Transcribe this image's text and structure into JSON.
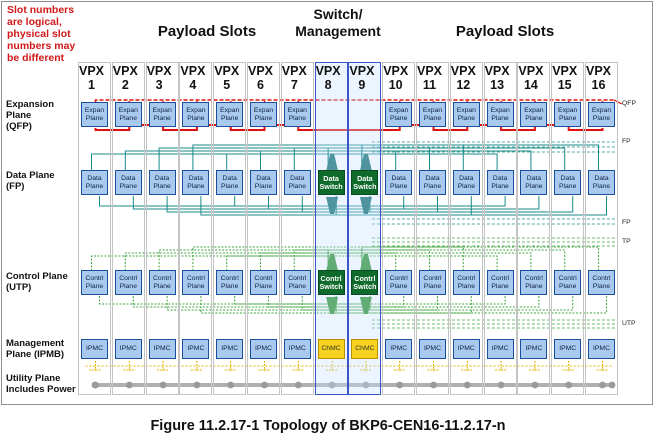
{
  "note": [
    "Slot numbers",
    "are logical,",
    "physical slot",
    "numbers may",
    "be different"
  ],
  "headers": {
    "payload_left": "Payload Slots",
    "switch": [
      "Switch/",
      "Management"
    ],
    "payload_right": "Payload Slots"
  },
  "slot_prefix": "VPX",
  "slots": [
    "1",
    "2",
    "3",
    "4",
    "5",
    "6",
    "7",
    "8",
    "9",
    "10",
    "11",
    "12",
    "13",
    "14",
    "15",
    "16"
  ],
  "switch_slots": [
    8,
    9
  ],
  "rows": {
    "expansion": {
      "label": [
        "Expansion",
        "Plane",
        "(QFP)"
      ],
      "block": [
        "Expan",
        "Plane"
      ]
    },
    "data": {
      "label": [
        "Data Plane",
        "(FP)"
      ],
      "block": [
        "Data",
        "Plane"
      ],
      "switch_block": [
        "Data",
        "Switch"
      ]
    },
    "control": {
      "label": [
        "Control Plane",
        "(UTP)"
      ],
      "block": [
        "Contrl",
        "Plane"
      ],
      "switch_block": [
        "Contrl",
        "Switch"
      ]
    },
    "management": {
      "label": [
        "Management",
        "Plane (IPMB)"
      ],
      "block": "IPMC",
      "switch_block": "ChMC"
    },
    "utility": {
      "label": [
        "Utility Plane",
        "Includes Power"
      ]
    }
  },
  "right_tags": {
    "qfp": "QFP",
    "fp_top": "FP",
    "fp_bottom": "FP",
    "tp": "TP",
    "utp": "UTP"
  },
  "caption": "Figure 11.2.17-1 Topology of BKP6-CEN16-11.2.17-n",
  "colors": {
    "note": "#d01818",
    "expansion": "#e01010",
    "data": "#1a8a8a",
    "control": "#3fa53f",
    "switch_fill": "#0f6b2c",
    "chmc": "#f7d21e",
    "block": "#a9c9ef",
    "power": "#f3c31b"
  }
}
